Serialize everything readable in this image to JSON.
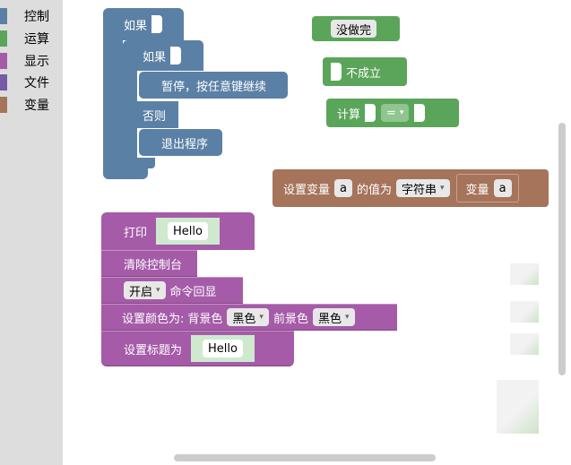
{
  "toolbox": {
    "categories": [
      {
        "label": "控制",
        "color": "#5b80a5"
      },
      {
        "label": "运算",
        "color": "#5ba55b"
      },
      {
        "label": "显示",
        "color": "#a55ba8"
      },
      {
        "label": "文件",
        "color": "#745ba5"
      },
      {
        "label": "变量",
        "color": "#a5745b"
      }
    ]
  },
  "blocks": {
    "if_outer": {
      "label": "如果"
    },
    "if_inner": {
      "label": "如果"
    },
    "pause": {
      "label": "暂停，按任意键继续"
    },
    "else": {
      "label": "否则"
    },
    "exit": {
      "label": "退出程序"
    },
    "not_done": {
      "value": "没做完"
    },
    "not_true": {
      "label": "不成立"
    },
    "calc": {
      "label": "计算",
      "op": "="
    },
    "set_var": {
      "prefix": "设置变量",
      "var": "a",
      "middle": "的值为",
      "type": "字符串",
      "inner_label": "变量",
      "inner_var": "a"
    },
    "print": {
      "label": "打印",
      "value": "Hello"
    },
    "clear": {
      "label": "清除控制台"
    },
    "echo": {
      "option": "开启",
      "label": "命令回显"
    },
    "color": {
      "label": "设置颜色为:",
      "bg_label": "背景色",
      "bg_value": "黑色",
      "fg_label": "前景色",
      "fg_value": "黑色"
    },
    "title": {
      "label": "设置标题为",
      "value": "Hello"
    }
  },
  "colors": {
    "control": "#5b80a5",
    "logic": "#5ba55b",
    "display": "#a55ba8",
    "file": "#745ba5",
    "variable": "#a5745b"
  }
}
